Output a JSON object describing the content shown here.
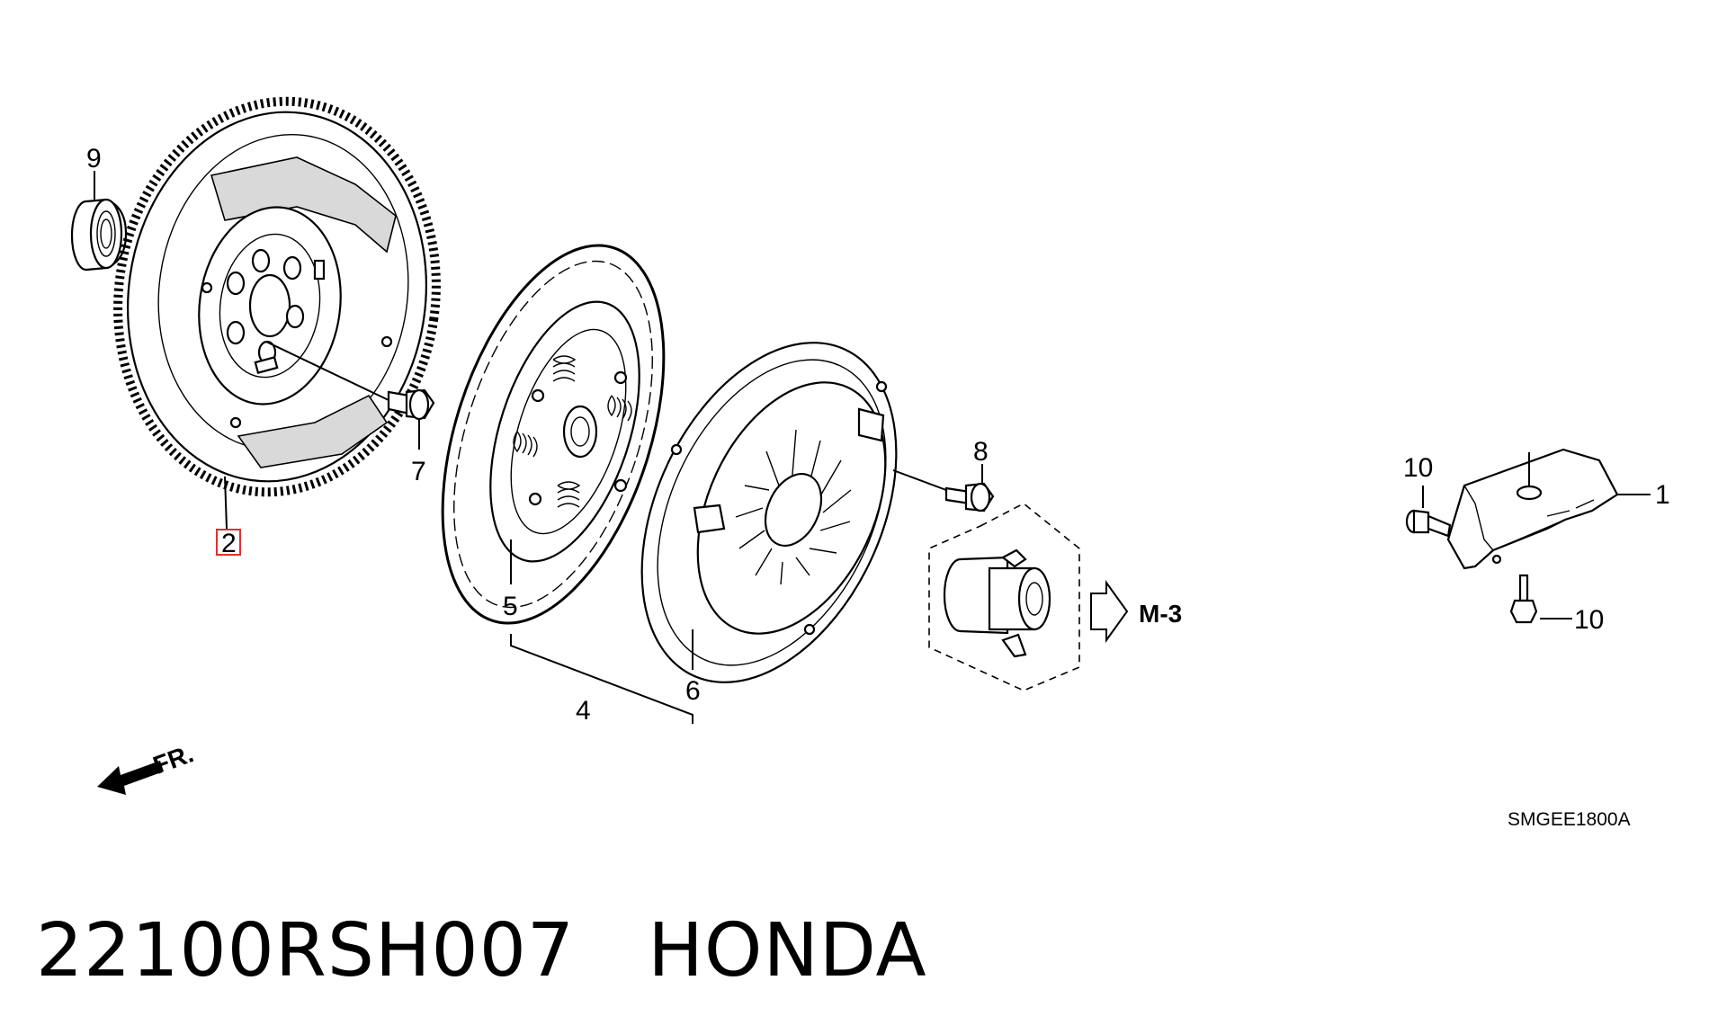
{
  "callouts": {
    "c1": "1",
    "c2": "2",
    "c4": "4",
    "c5": "5",
    "c6": "6",
    "c7": "7",
    "c8": "8",
    "c9": "9",
    "c10a": "10",
    "c10b": "10"
  },
  "reference": "M-3",
  "direction_label": "FR.",
  "diagram_code": "SMGEE1800A",
  "footer": {
    "part_number": "22100RSH007",
    "brand": "HONDA"
  },
  "colors": {
    "highlight": "#e03030",
    "line": "#000000"
  }
}
